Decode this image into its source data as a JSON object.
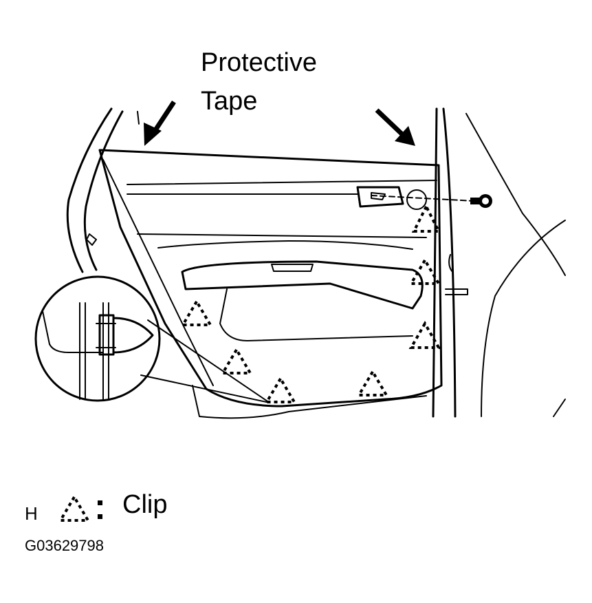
{
  "labels": {
    "title_line1": "Protective",
    "title_line2": "Tape",
    "legend_letter": "H",
    "legend_text": "Clip",
    "figure_code": "G03629798"
  },
  "icons": {
    "clip_symbol": "dashed-triangle-icon",
    "arrow": "arrow-icon",
    "bolt": "bolt-icon"
  },
  "colors": {
    "ink": "#000000",
    "background": "#ffffff"
  }
}
